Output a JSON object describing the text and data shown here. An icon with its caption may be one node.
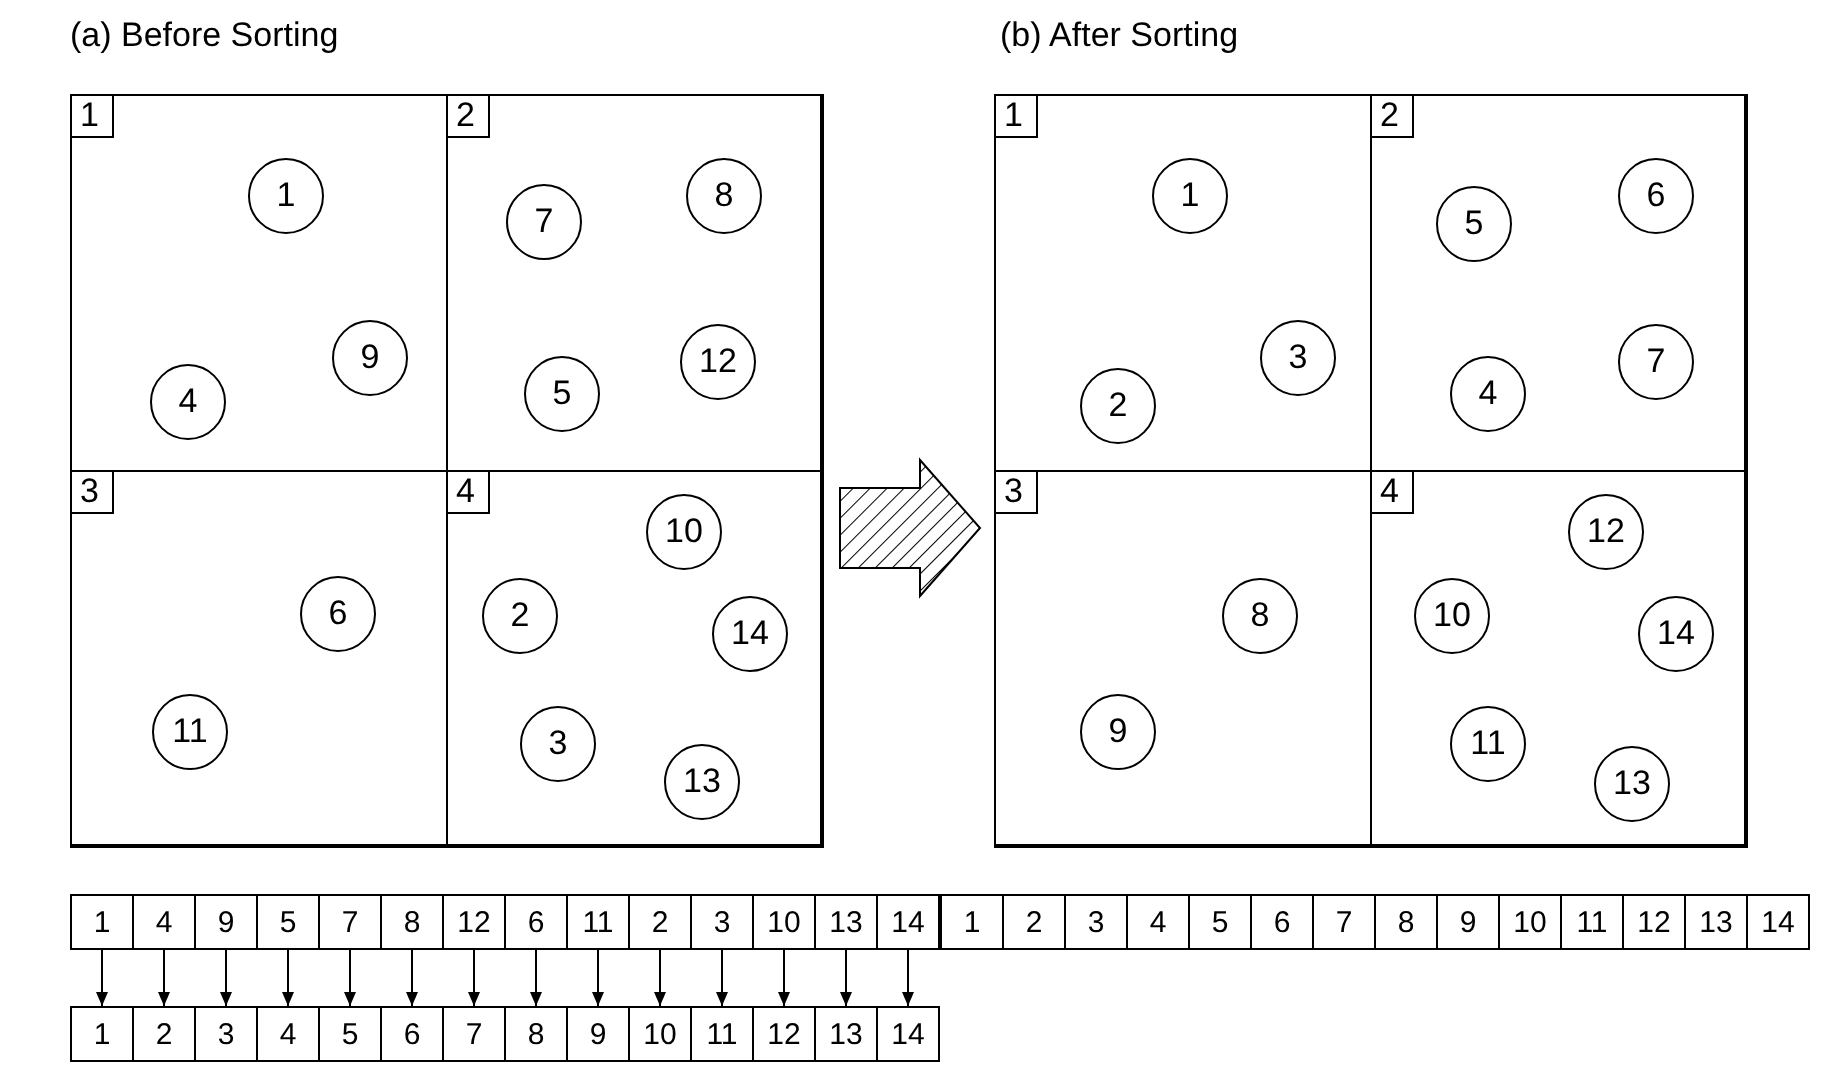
{
  "diagram": {
    "nodes": [
      {
        "text": [],
        "shape": "box"
      },
      {
        "text": [
          "1"
        ],
        "in": 0
      },
      {
        "text": [
          "1"
        ],
        "in": 1
      },
      {
        "text": [
          "9"
        ],
        "in": 1
      },
      {
        "text": [
          "4"
        ],
        "in": 1
      },
      {
        "text": [
          "2"
        ],
        "in": 0
      },
      {
        "text": [
          "7"
        ],
        "in": 5
      },
      {
        "text": [
          "8"
        ],
        "in": 5
      },
      {
        "text": [
          "5"
        ],
        "in": 5
      },
      {
        "text": [
          "12"
        ],
        "in": 5
      },
      {
        "text": [
          "3"
        ],
        "in": 0
      },
      {
        "text": [
          "6"
        ],
        "in": 10
      },
      {
        "text": [
          "11"
        ],
        "in": 10
      },
      {
        "text": [
          "4"
        ],
        "in": 0
      },
      {
        "text": [
          "10"
        ],
        "in": 13
      },
      {
        "text": [
          "2"
        ],
        "in": 13
      },
      {
        "text": [
          "14"
        ],
        "in": 13
      },
      {
        "text": [
          "3"
        ],
        "in": 13
      },
      {
        "text": [
          "13"
        ],
        "in": 13
      },
      {
        "text": [],
        "shape": "box"
      },
      {
        "text": [
          "1"
        ],
        "in": 19
      },
      {
        "text": [
          "1"
        ],
        "in": 20
      },
      {
        "text": [
          "3"
        ],
        "in": 20
      },
      {
        "text": [
          "2"
        ],
        "in": 20
      },
      {
        "text": [
          "2"
        ],
        "in": 19
      },
      {
        "text": [
          "5"
        ],
        "in": 24
      },
      {
        "text": [
          "6"
        ],
        "in": 24
      },
      {
        "text": [
          "4"
        ],
        "in": 24
      },
      {
        "text": [
          "7"
        ],
        "in": 24
      },
      {
        "text": [
          "3"
        ],
        "in": 19
      },
      {
        "text": [
          "8"
        ],
        "in": 29
      },
      {
        "text": [
          "9"
        ],
        "in": 29
      },
      {
        "text": [
          "4"
        ],
        "in": 19
      },
      {
        "text": [
          "12"
        ],
        "in": 32
      },
      {
        "text": [
          "10"
        ],
        "in": 32
      },
      {
        "text": [
          "14"
        ],
        "in": 32
      },
      {
        "text": [
          "11"
        ],
        "in": 32
      },
      {
        "text": [
          "13"
        ],
        "in": 32
      },
      {
        "text": [
          "1"
        ]
      },
      {
        "text": [
          "4"
        ]
      },
      {
        "text": [
          "9"
        ]
      },
      {
        "text": [
          "5"
        ]
      },
      {
        "text": [
          "7"
        ]
      },
      {
        "text": [
          "8"
        ]
      },
      {
        "text": [
          "12"
        ]
      },
      {
        "text": [
          "6"
        ]
      },
      {
        "text": [
          "11"
        ]
      },
      {
        "text": [
          "2"
        ]
      },
      {
        "text": [
          "3"
        ]
      },
      {
        "text": [
          "10"
        ]
      },
      {
        "text": [
          "13"
        ]
      },
      {
        "text": [
          "14"
        ]
      },
      {
        "text": [
          "1"
        ]
      },
      {
        "text": [
          "2"
        ]
      },
      {
        "text": [
          "3"
        ]
      },
      {
        "text": [
          "4"
        ]
      },
      {
        "text": [
          "5"
        ]
      },
      {
        "text": [
          "6"
        ]
      },
      {
        "text": [
          "7"
        ]
      },
      {
        "text": [
          "8"
        ]
      },
      {
        "text": [
          "9"
        ]
      },
      {
        "text": [
          "10"
        ]
      },
      {
        "text": [
          "11"
        ]
      },
      {
        "text": [
          "12"
        ]
      },
      {
        "text": [
          "13"
        ]
      },
      {
        "text": [
          "14"
        ]
      },
      {
        "text": [
          "1"
        ]
      },
      {
        "text": [
          "2"
        ]
      },
      {
        "text": [
          "3"
        ]
      },
      {
        "text": [
          "4"
        ]
      },
      {
        "text": [
          "5"
        ]
      },
      {
        "text": [
          "6"
        ]
      },
      {
        "text": [
          "7"
        ]
      },
      {
        "text": [
          "8"
        ]
      },
      {
        "text": [
          "9"
        ]
      },
      {
        "text": [
          "10"
        ]
      },
      {
        "text": [
          "11"
        ]
      },
      {
        "text": [
          "12"
        ]
      },
      {
        "text": [
          "13"
        ]
      },
      {
        "text": [
          "14"
        ]
      }
    ],
    "edges": [
      {
        "from": 0,
        "to": 19,
        "arrow": "to"
      },
      {
        "from": 38,
        "to": 66,
        "arrow": "to"
      },
      {
        "from": 39,
        "to": 67,
        "arrow": "to"
      },
      {
        "from": 40,
        "to": 68,
        "arrow": "to"
      },
      {
        "from": 41,
        "to": 69,
        "arrow": "to"
      },
      {
        "from": 42,
        "to": 70,
        "arrow": "to"
      },
      {
        "from": 43,
        "to": 71,
        "arrow": "to"
      },
      {
        "from": 44,
        "to": 72,
        "arrow": "to"
      },
      {
        "from": 45,
        "to": 73,
        "arrow": "to"
      },
      {
        "from": 46,
        "to": 74,
        "arrow": "to"
      },
      {
        "from": 47,
        "to": 75,
        "arrow": "to"
      },
      {
        "from": 48,
        "to": 76,
        "arrow": "to"
      },
      {
        "from": 49,
        "to": 77,
        "arrow": "to"
      },
      {
        "from": 50,
        "to": 78,
        "arrow": "to"
      },
      {
        "from": 51,
        "to": 79,
        "arrow": "to"
      }
    ],
    "labels": [
      "(a) Before Sorting",
      "(b) After Sorting"
    ]
  }
}
